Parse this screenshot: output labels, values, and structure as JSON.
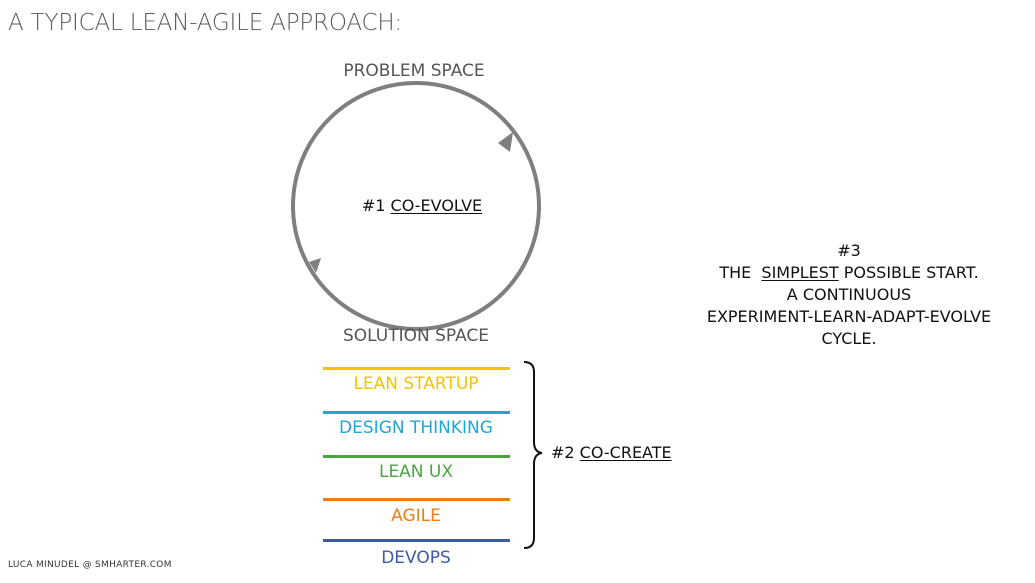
{
  "title": "A TYPICAL LEAN-AGILE APPROACH:",
  "cycle": {
    "top_label": "PROBLEM SPACE",
    "bottom_label": "SOLUTION SPACE",
    "center_prefix": "#1 ",
    "center_text": "CO-EVOLVE",
    "stroke_color": "#7f7f7f"
  },
  "practices": [
    {
      "label": "LEAN STARTUP",
      "color": "#f5c400"
    },
    {
      "label": "DESIGN THINKING",
      "color": "#1da7d6"
    },
    {
      "label": "LEAN UX",
      "color": "#4aa541"
    },
    {
      "label": "AGILE",
      "color": "#ee7d16"
    },
    {
      "label": "DEVOPS",
      "color": "#3e5aa6"
    }
  ],
  "co_create": {
    "prefix": "#2 ",
    "text": "CO-CREATE"
  },
  "note": {
    "number": "#3",
    "line2_prefix": "THE  ",
    "line2_emphasis": "SIMPLEST",
    "line2_suffix": " POSSIBLE START.",
    "line3": "A CONTINUOUS",
    "line4": "EXPERIMENT-LEARN-ADAPT-EVOLVE",
    "line5": "CYCLE."
  },
  "credit": "LUCA MINUDEL @ SMHARTER.COM"
}
